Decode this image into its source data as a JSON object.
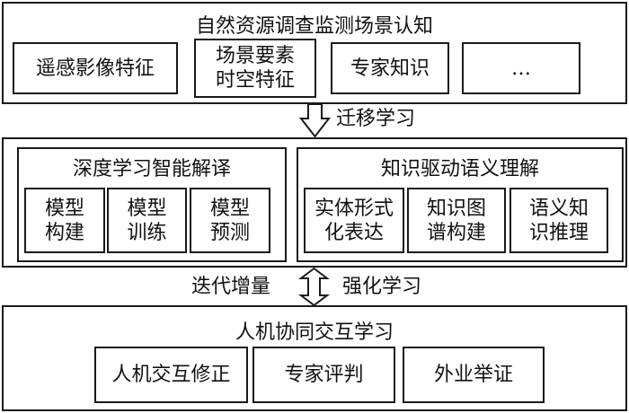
{
  "top_section": {
    "title": "自然资源调查监测场景认知",
    "items": [
      "遥感影像特征",
      "场景要素\n时空特征",
      "专家知识",
      "…"
    ]
  },
  "transfer_arrow": {
    "label": "迁移学习",
    "direction": "down"
  },
  "middle_section": {
    "left_panel": {
      "title": "深度学习智能解译",
      "items": [
        "模型\n构建",
        "模型\n训练",
        "模型\n预测"
      ]
    },
    "right_panel": {
      "title": "知识驱动语义理解",
      "items": [
        "实体形式\n化表达",
        "知识图\n谱构建",
        "语义知\n识推理"
      ]
    }
  },
  "feedback_arrow": {
    "left_label": "迭代增量",
    "right_label": "强化学习",
    "direction": "bidirectional"
  },
  "bottom_section": {
    "title": "人机协同交互学习",
    "items": [
      "人机交互修正",
      "专家评判",
      "外业举证"
    ]
  }
}
